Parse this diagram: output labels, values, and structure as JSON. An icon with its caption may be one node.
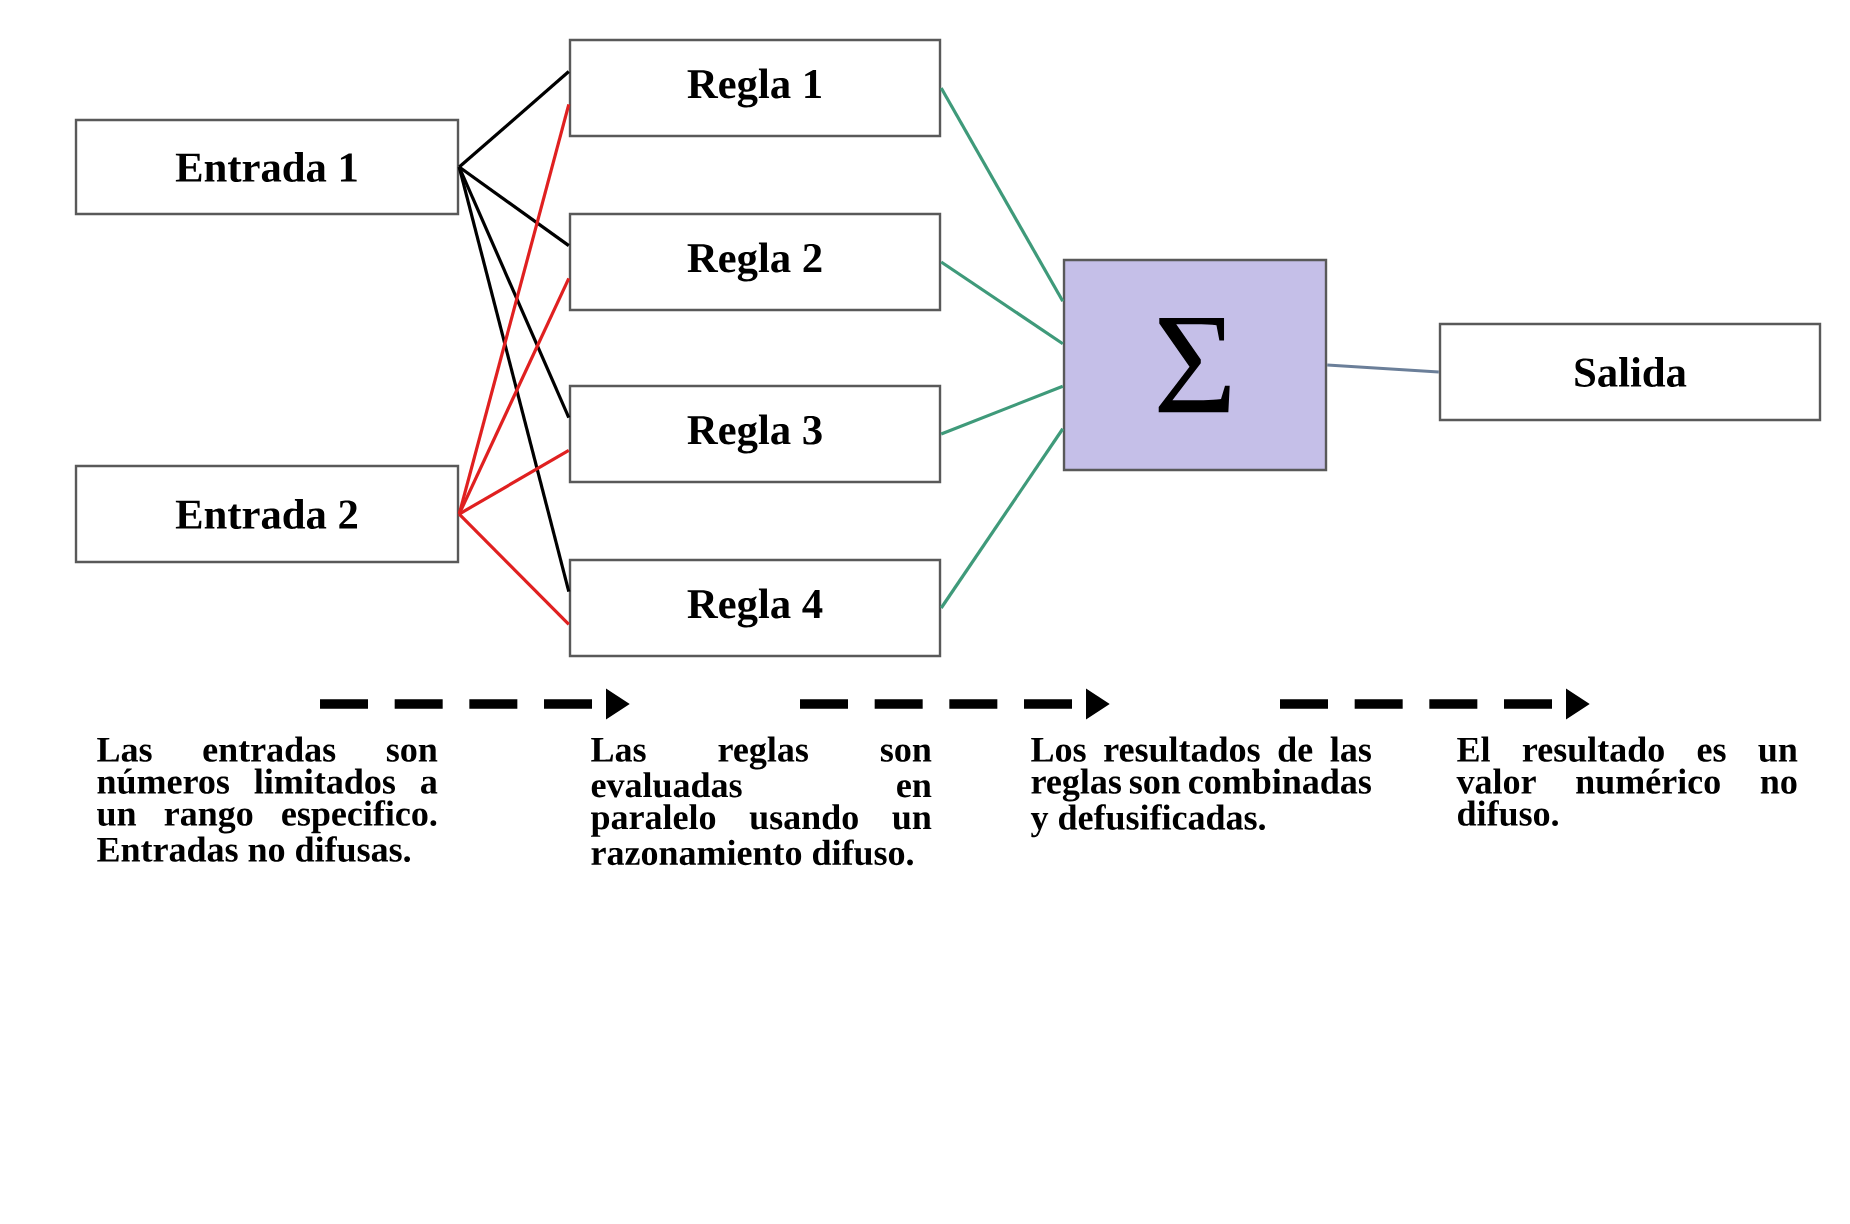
{
  "diagram": {
    "nodes": [
      {
        "text": [
          "Entrada 1"
        ]
      },
      {
        "text": [
          "Entrada 2"
        ]
      },
      {
        "text": [
          "Regla 1"
        ]
      },
      {
        "text": [
          "Regla 2"
        ]
      },
      {
        "text": [
          "Regla 3"
        ]
      },
      {
        "text": [
          "Regla 4"
        ]
      },
      {
        "text": [
          "Σ"
        ]
      },
      {
        "text": [
          "Salida"
        ]
      }
    ],
    "edges": [
      {
        "from": 0,
        "to": 2,
        "arrow": "none"
      },
      {
        "from": 0,
        "to": 3,
        "arrow": "none"
      },
      {
        "from": 0,
        "to": 4,
        "arrow": "none"
      },
      {
        "from": 0,
        "to": 5,
        "arrow": "none"
      },
      {
        "from": 1,
        "to": 2,
        "arrow": "none",
        "color": "#e02020"
      },
      {
        "from": 1,
        "to": 3,
        "arrow": "none",
        "color": "#e02020"
      },
      {
        "from": 1,
        "to": 4,
        "arrow": "none",
        "color": "#e02020"
      },
      {
        "from": 1,
        "to": 5,
        "arrow": "none",
        "color": "#e02020"
      },
      {
        "from": 2,
        "to": 6,
        "arrow": "none",
        "color": "#3f9a7a"
      },
      {
        "from": 3,
        "to": 6,
        "arrow": "none",
        "color": "#3f9a7a"
      },
      {
        "from": 4,
        "to": 6,
        "arrow": "none",
        "color": "#3f9a7a"
      },
      {
        "from": 5,
        "to": 6,
        "arrow": "none",
        "color": "#3f9a7a"
      },
      {
        "from": 6,
        "to": 7,
        "arrow": "none",
        "color": "#6b7f99"
      }
    ],
    "labels": [
      "Las entradas son números limitados a un rango especifico. Entradas no difusas.",
      "Las reglas son evaluadas en paralelo usando un razonamiento difuso.",
      "Los resultados de las reglas son combinadas y defusificadas.",
      "El resultado es un valor numérico no difuso."
    ]
  }
}
